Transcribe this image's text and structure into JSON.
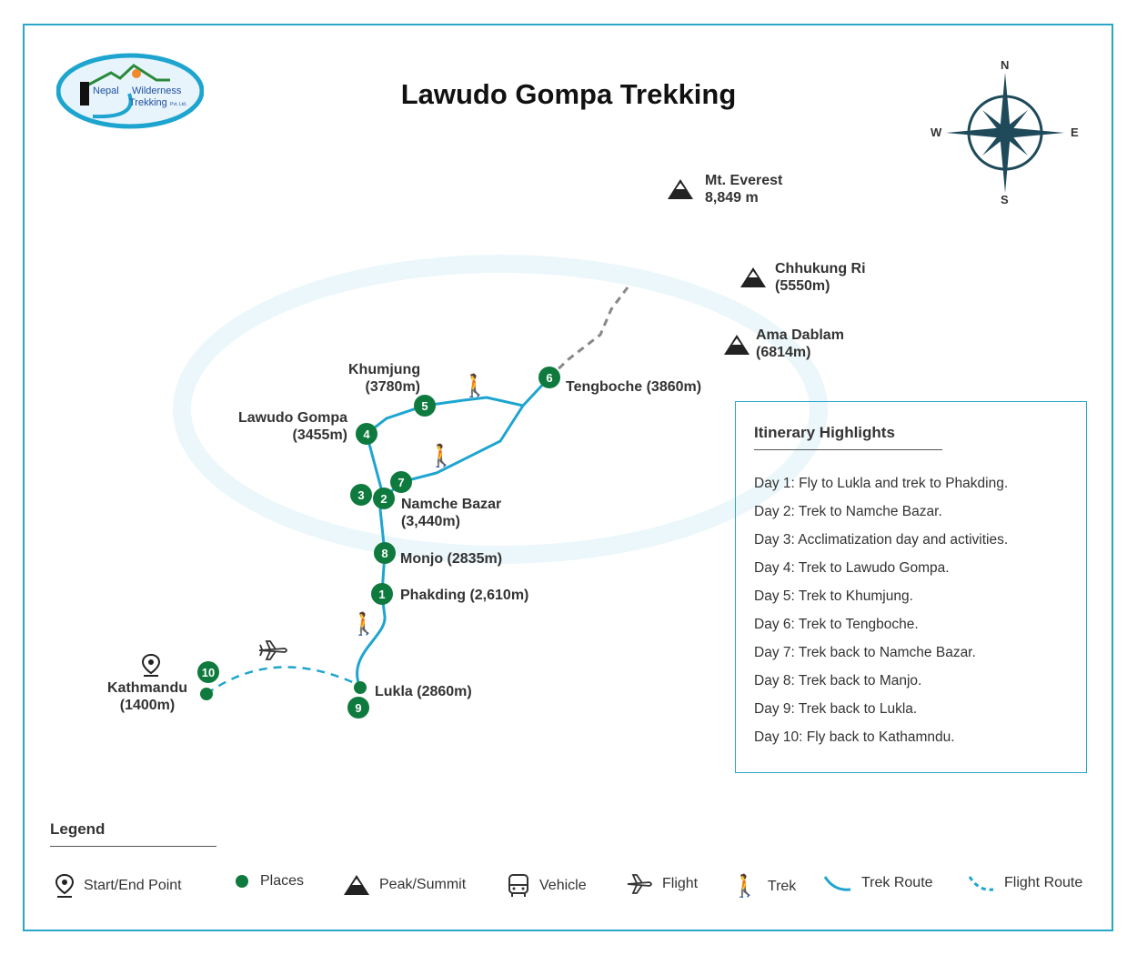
{
  "title": "Lawudo Gompa Trekking",
  "logo": {
    "line1": "Nepal",
    "line2": "Wilderness",
    "line3": "Trekking",
    "line4": "Pvt. Ltd."
  },
  "compass": {
    "n": "N",
    "s": "S",
    "e": "E",
    "w": "W"
  },
  "peaks": [
    {
      "name": "Mt. Everest",
      "alt": "8,849 m"
    },
    {
      "name": "Chhukung Ri",
      "alt": "(5550m)"
    },
    {
      "name": "Ama Dablam",
      "alt": "(6814m)"
    }
  ],
  "places": [
    {
      "num": "1",
      "name": "Phakding (2,610m)"
    },
    {
      "num": "2",
      "name": "Namche Bazar",
      "alt": "(3,440m)"
    },
    {
      "num": "3"
    },
    {
      "num": "4",
      "name": "Lawudo Gompa",
      "alt": "(3455m)"
    },
    {
      "num": "5",
      "name": "Khumjung",
      "alt": "(3780m)"
    },
    {
      "num": "6",
      "name": "Tengboche (3860m)"
    },
    {
      "num": "7"
    },
    {
      "num": "8",
      "name": "Monjo (2835m)"
    },
    {
      "num": "9",
      "name": "Lukla (2860m)"
    },
    {
      "num": "10",
      "name": "Kathmandu",
      "alt": "(1400m)"
    }
  ],
  "itinerary": {
    "title": "Itinerary Highlights",
    "days": [
      "Day 1: Fly to Lukla and trek to Phakding.",
      "Day 2: Trek to Namche Bazar.",
      "Day 3: Acclimatization day and activities.",
      "Day 4: Trek to Lawudo Gompa.",
      "Day 5: Trek to Khumjung.",
      "Day 6: Trek to Tengboche.",
      "Day 7: Trek back to Namche Bazar.",
      "Day 8: Trek back to Manjo.",
      "Day 9: Trek back to Lukla.",
      "Day 10: Fly back to Kathamndu."
    ]
  },
  "legend": {
    "title": "Legend",
    "items": [
      "Start/End Point",
      "Places",
      "Peak/Summit",
      "Vehicle",
      "Flight",
      "Trek",
      "Trek Route",
      "Flight Route"
    ]
  },
  "colors": {
    "route": "#1ea5cf",
    "place": "#0f7a3d",
    "border": "#2ba6c6"
  }
}
